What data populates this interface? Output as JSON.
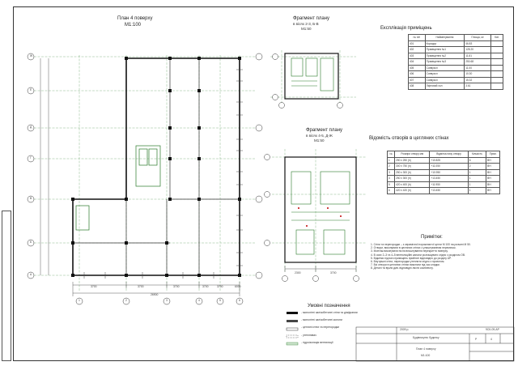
{
  "plan": {
    "title": "План 4 поверху",
    "scale": "М1:100",
    "grid_cols": [
      "1",
      "2",
      "3",
      "4",
      "5",
      "6"
    ],
    "grid_rows": [
      "Ж",
      "Е",
      "Д",
      "Г",
      "В",
      "Б",
      "А"
    ],
    "dims_bottom": [
      "3700",
      "3700",
      "3700",
      "3700",
      "3700",
      "6000"
    ],
    "dim_total": "26900"
  },
  "fragment1": {
    "title": "Фрагмент плану",
    "sub": "в вісях 2-3, Б-В",
    "scale": "М1:50"
  },
  "fragment2": {
    "title": "Фрагмент плану",
    "sub": "в вісях 4-5, Д-Ж",
    "scale": "М1:50",
    "dims": [
      "2300",
      "3700"
    ]
  },
  "explication": {
    "title": "Експлікація приміщень",
    "headers": [
      "№ п/п",
      "Найменування",
      "Площа, м²",
      "Кат."
    ],
    "rows": [
      [
        "401",
        "Коридор",
        "46.83",
        ""
      ],
      [
        "402",
        "Приміщення №1",
        "128.20",
        ""
      ],
      [
        "403",
        "Приміщення №2",
        "11.81",
        ""
      ],
      [
        "404",
        "Приміщення №3",
        "250.68",
        ""
      ],
      [
        "405",
        "Санвузол",
        "11.00",
        ""
      ],
      [
        "406",
        "Санвузол",
        "10.30",
        ""
      ],
      [
        "407",
        "Санвузол",
        "15.32",
        ""
      ],
      [
        "408",
        "Ліфтовий хол",
        "3.61",
        ""
      ]
    ]
  },
  "openings": {
    "title": "Відомість отворів в цегляних стінах",
    "headers": [
      "№",
      "Розміри отвору мм",
      "Відмітка низу отвору",
      "Кількість",
      "Прим."
    ],
    "rows": [
      [
        "1",
        "250 x 250 (h)",
        "+10.825",
        "6",
        "ВН"
      ],
      [
        "2",
        "300 x 750 (h)",
        "+11.050",
        "2",
        "ВН"
      ],
      [
        "3",
        "250 x 300 (h)",
        "+10.950",
        "1",
        "ВН"
      ],
      [
        "4",
        "250 x 300 (h)",
        "+13.450",
        "1",
        "ВН"
      ],
      [
        "5",
        "420 x 400 (h)",
        "+11.950",
        "1",
        "ВН"
      ],
      [
        "6",
        "420 x 420 (h)",
        "+13.450",
        "1",
        "ВН"
      ]
    ]
  },
  "notes": {
    "title": "Примітки:",
    "items": [
      "1. Стіни та перегородки – з керамічної порожнистої цегли М 100 на розчині М 50.",
      "2. Отвори, виконувати в цегляних стінах з улаштуванням перемичок.",
      "3. Монтаж виконувати після влаштування перекриття поверху.",
      "4. В осях 2–3 та 4–5 вентиляційні канали розташувати згідно з розділом ОВ.",
      "5. Відмітки підлоги приміщень прийняті відповідно до розділу АР.",
      "6. Внутрішні стіни, перегородки утеплити згідно з проектом.",
      "7. Всі отвори в цегляних стінах виконати під час кладки.",
      "8. Деталі та вузли див. відповідні листи комплекту."
    ]
  },
  "legend": {
    "title": "Умовні позначення",
    "items": [
      "- монолітні залізобетонні стіни та діафрагми",
      "- монолітні залізобетонні колони",
      "- цегляні стіни та перегородки",
      "- утеплювач",
      "- гідроізоляція вентиляції"
    ]
  },
  "stamp": {
    "code": "9СК-09-АР",
    "year": "2009 р.",
    "name": "Будівництво будинку",
    "sheet_title": "План 4 поверху",
    "stage": "Р",
    "sheet": "4",
    "scale": "М1:100"
  }
}
